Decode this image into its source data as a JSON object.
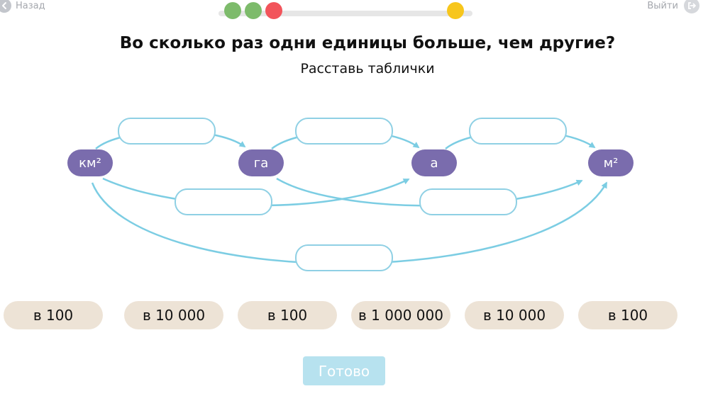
{
  "nav": {
    "back_label": "Назад",
    "exit_label": "Выйти"
  },
  "progress": {
    "completed": 2,
    "wrong": 1,
    "total_marker": "current"
  },
  "question": {
    "title": "Во сколько раз одни единицы больше, чем другие?",
    "instruction": "Расставь таблички"
  },
  "units": [
    {
      "label": "км²"
    },
    {
      "label": "га"
    },
    {
      "label": "а"
    },
    {
      "label": "м²"
    }
  ],
  "cards": [
    {
      "label": "в 100"
    },
    {
      "label": "в 10 000"
    },
    {
      "label": "в 100"
    },
    {
      "label": "в 1 000 000"
    },
    {
      "label": "в 10 000"
    },
    {
      "label": "в 100"
    }
  ],
  "done_label": "Готово",
  "colors": {
    "unit": "#7a6cad",
    "arrow": "#7ccde3",
    "card": "#ede3d6",
    "done": "#b7e2ef",
    "green": "#7dbb6b",
    "red": "#f2545b",
    "yellow": "#f7c61c"
  }
}
